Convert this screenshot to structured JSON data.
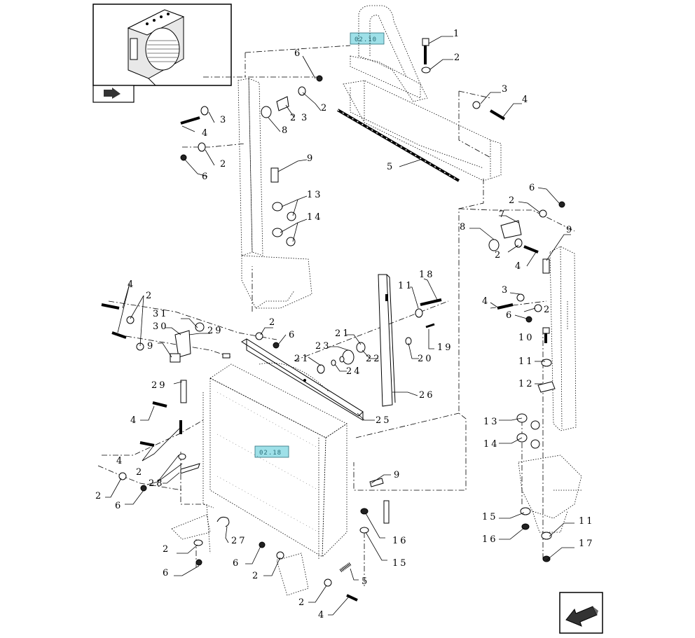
{
  "thumbnail": {
    "icon": "radiator-thumbnail-icon",
    "nav_icon": "previous-page-arrow-icon"
  },
  "ref_labels": {
    "upper": "02.10",
    "lower": "02.18"
  },
  "callouts": {
    "c1": "1",
    "c2a": "2",
    "c3a": "3",
    "c4a": "4",
    "c6a": "6",
    "c2b": "2",
    "c3b": "3",
    "c2c": "2",
    "c3c": "3",
    "c2d": "2",
    "c4b": "4",
    "c8a": "8",
    "c2e": "2",
    "c6b": "6",
    "c9a": "9",
    "c5a": "5",
    "c13a": "13",
    "c14a": "14",
    "c6c": "6",
    "c2f": "2",
    "c7": "7",
    "c8b": "8",
    "c9b": "9",
    "c2g": "2",
    "c4c": "4",
    "c18": "18",
    "c11a": "11",
    "c3d": "3",
    "c4d": "4",
    "c2h": "2",
    "c6d": "6",
    "c4e": "4",
    "c2i": "2",
    "c31": "31",
    "c30": "30",
    "c29a": "29",
    "c2j": "2",
    "c6e": "6",
    "c21a": "21",
    "c23": "23",
    "c22": "22",
    "c19": "19",
    "c10": "10",
    "c21b": "21",
    "c24": "24",
    "c20": "20",
    "c9c": "9",
    "c11b": "11",
    "c29b": "29",
    "c26": "26",
    "c12": "12",
    "c25": "25",
    "c4f": "4",
    "c13b": "13",
    "c14b": "14",
    "c4g": "4",
    "c2k": "2",
    "c28": "28",
    "c2l": "2",
    "c6f": "6",
    "c9d": "9",
    "c15a": "15",
    "c11c": "11",
    "c16a": "16",
    "c27": "27",
    "c16b": "16",
    "c2m": "2",
    "c6g": "6",
    "c17": "17",
    "c6h": "6",
    "c2n": "2",
    "c15b": "15",
    "c5b": "5",
    "c2o": "2",
    "c4h": "4"
  }
}
